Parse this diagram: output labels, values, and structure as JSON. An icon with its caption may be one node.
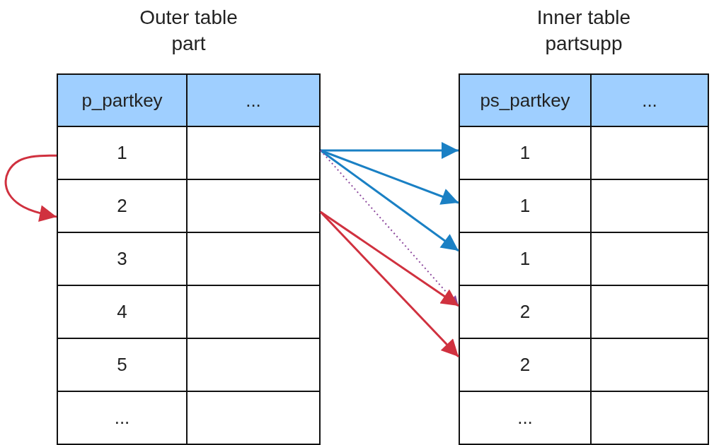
{
  "diagram": {
    "nodes": [
      {
        "text": [
          "Outer table part"
        ]
      },
      {
        "text": [
          "p_partkey"
        ],
        "in": 0
      },
      {
        "text": [
          "..."
        ],
        "in": 0
      },
      {
        "text": [
          "1"
        ],
        "in": 0
      },
      {
        "text": [],
        "shape": "box",
        "in": 0
      },
      {
        "text": [
          "2"
        ],
        "in": 0
      },
      {
        "text": [],
        "shape": "box",
        "in": 0
      },
      {
        "text": [
          "3"
        ],
        "in": 0
      },
      {
        "text": [],
        "shape": "box",
        "in": 0
      },
      {
        "text": [
          "4"
        ],
        "in": 0
      },
      {
        "text": [],
        "shape": "box",
        "in": 0
      },
      {
        "text": [
          "5"
        ],
        "in": 0
      },
      {
        "text": [],
        "shape": "box",
        "in": 0
      },
      {
        "text": [
          "..."
        ],
        "in": 0
      },
      {
        "text": [],
        "shape": "box",
        "in": 0
      },
      {
        "text": [
          "Inner table partsupp"
        ]
      },
      {
        "text": [
          "ps_partkey"
        ],
        "in": 15
      },
      {
        "text": [
          "..."
        ],
        "in": 15
      },
      {
        "text": [
          "1"
        ],
        "in": 15
      },
      {
        "text": [],
        "shape": "box",
        "in": 15
      },
      {
        "text": [
          "1"
        ],
        "in": 15
      },
      {
        "text": [],
        "shape": "box",
        "in": 15
      },
      {
        "text": [
          "1"
        ],
        "in": 15
      },
      {
        "text": [],
        "shape": "box",
        "in": 15
      },
      {
        "text": [
          "2"
        ],
        "in": 15
      },
      {
        "text": [],
        "shape": "box",
        "in": 15
      },
      {
        "text": [
          "2"
        ],
        "in": 15
      },
      {
        "text": [],
        "shape": "box",
        "in": 15
      },
      {
        "text": [
          "..."
        ],
        "in": 15
      },
      {
        "text": [],
        "shape": "box",
        "in": 15
      }
    ],
    "edges": [
      {
        "from": 3,
        "to": 5,
        "arrow": "to",
        "color": "#d0313f"
      },
      {
        "from": 4,
        "to": 18,
        "arrow": "to",
        "color": "#1a80c4"
      },
      {
        "from": 4,
        "to": 20,
        "arrow": "to",
        "color": "#1a80c4"
      },
      {
        "from": 4,
        "to": 22,
        "arrow": "to",
        "color": "#1a80c4"
      },
      {
        "from": 4,
        "to": 24,
        "arrow": "to",
        "style": "dashed",
        "color": "#8e4a9e"
      },
      {
        "from": 6,
        "to": 24,
        "arrow": "to",
        "color": "#d0313f"
      },
      {
        "from": 6,
        "to": 26,
        "arrow": "to",
        "color": "#d0313f"
      }
    ]
  }
}
